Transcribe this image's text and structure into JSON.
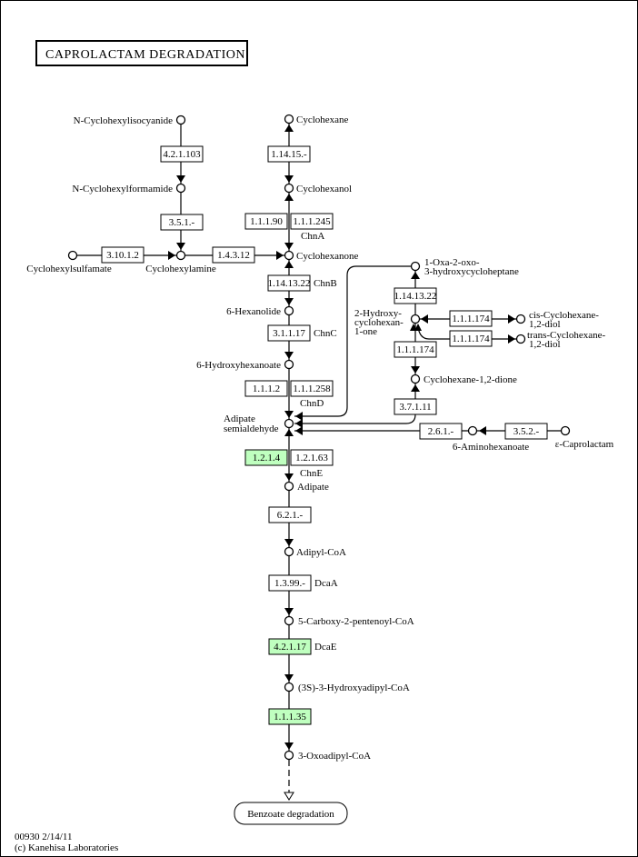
{
  "title": "CAPROLACTAM DEGRADATION",
  "footer": {
    "map_id_date": "00930 2/14/11",
    "copyright": "(c) Kanehisa Laboratories"
  },
  "colors": {
    "highlight_enzyme": "#bfffbf",
    "line": "#000000",
    "background": "#ffffff"
  },
  "compounds": {
    "n_cyclohexylisocyanide": "N-Cyclohexylisocyanide",
    "n_cyclohexylformamide": "N-Cyclohexylformamide",
    "cyclohexylsulfamate": "Cyclohexylsulfamate",
    "cyclohexylamine": "Cyclohexylamine",
    "cyclohexane": "Cyclohexane",
    "cyclohexanol": "Cyclohexanol",
    "cyclohexanone": "Cyclohexanone",
    "hexanolide": "6-Hexanolide",
    "hydroxyhexanoate": "6-Hydroxyhexanoate",
    "adipate_semialdehyde_1": "Adipate",
    "adipate_semialdehyde_2": "semialdehyde",
    "adipate": "Adipate",
    "adipyl_coa": "Adipyl-CoA",
    "carboxy_pentenoyl_coa": "5-Carboxy-2-pentenoyl-CoA",
    "hydroxyadipyl_coa": "(3S)-3-Hydroxyadipyl-CoA",
    "oxoadipyl_coa": "3-Oxoadipyl-CoA",
    "oxa_oxo_1": "1-Oxa-2-oxo-",
    "oxa_oxo_2": "3-hydroxycycloheptane",
    "hydroxy_cyclohexanone_1": "2-Hydroxy-",
    "hydroxy_cyclohexanone_2": "cyclohexan-",
    "hydroxy_cyclohexanone_3": "1-one",
    "cis_diol_1": "cis-Cyclohexane-",
    "cis_diol_2": "1,2-diol",
    "trans_diol_1": "trans-Cyclohexane-",
    "trans_diol_2": "1,2-diol",
    "cyclohexane_dione": "Cyclohexane-1,2-dione",
    "aminohexanoate": "6-Aminohexanoate",
    "caprolactam": "ε-Caprolactam"
  },
  "enzymes": {
    "e_4_2_1_103": "4.2.1.103",
    "e_3_5_1": "3.5.1.-",
    "e_3_10_1_2": "3.10.1.2",
    "e_1_4_3_12": "1.4.3.12",
    "e_1_14_15": "1.14.15.-",
    "e_1_1_1_90": "1.1.1.90",
    "e_1_1_1_245": "1.1.1.245",
    "e_1_14_13_22_a": "1.14.13.22",
    "e_3_1_1_17": "3.1.1.17",
    "e_1_1_1_2": "1.1.1.2",
    "e_1_1_1_258": "1.1.1.258",
    "e_1_2_1_4": "1.2.1.4",
    "e_1_2_1_63": "1.2.1.63",
    "e_6_2_1": "6.2.1.-",
    "e_1_3_99": "1.3.99.-",
    "e_4_2_1_17": "4.2.1.17",
    "e_1_1_1_35": "1.1.1.35",
    "e_1_14_13_22_b": "1.14.13.22",
    "e_1_1_1_174_a": "1.1.1.174",
    "e_1_1_1_174_b": "1.1.1.174",
    "e_1_1_1_174_c": "1.1.1.174",
    "e_3_7_1_11": "3.7.1.11",
    "e_2_6_1": "2.6.1.-",
    "e_3_5_2": "3.5.2.-"
  },
  "highlighted_enzymes": [
    "1.2.1.4",
    "4.2.1.17",
    "1.1.1.35"
  ],
  "gene_labels": {
    "chnA": "ChnA",
    "chnB": "ChnB",
    "chnC": "ChnC",
    "chnD": "ChnD",
    "chnE": "ChnE",
    "dcaA": "DcaA",
    "dcaE": "DcaE"
  },
  "map_links": {
    "benzoate": "Benzoate degradation"
  }
}
